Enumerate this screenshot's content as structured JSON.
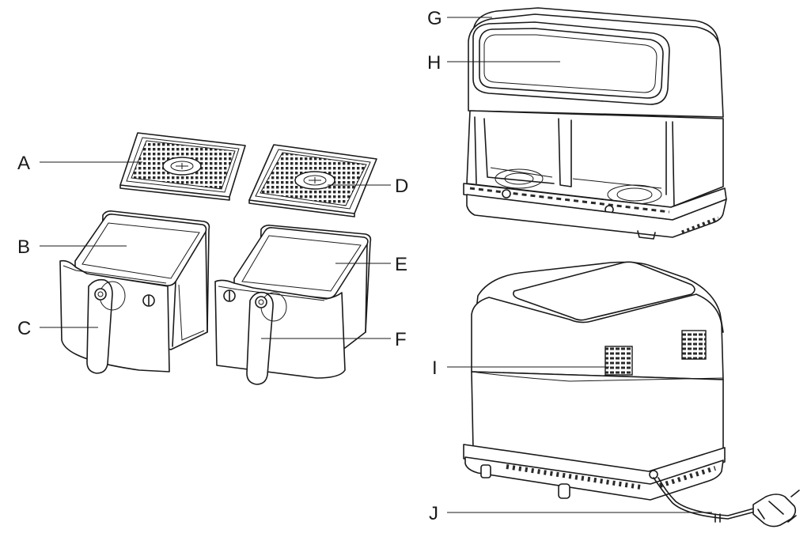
{
  "labels": {
    "a": "A",
    "b": "B",
    "c": "C",
    "d": "D",
    "e": "E",
    "f": "F",
    "g": "G",
    "h": "H",
    "i": "I",
    "j": "J"
  },
  "colors": {
    "line": "#1a1a1a",
    "background": "#ffffff",
    "shade": "#2a2a2a"
  }
}
